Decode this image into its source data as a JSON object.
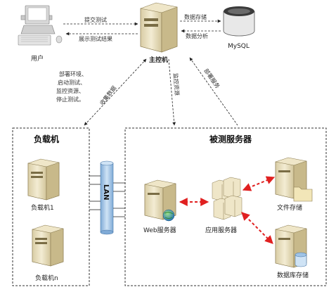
{
  "nodes": {
    "user": "用户",
    "master": "主控机",
    "mysql": "MySQL",
    "load_group": "负载机",
    "load1": "负载机1",
    "loadn": "负载机n",
    "tested_group": "被测服务器",
    "web": "Web服务器",
    "app": "应用服务器",
    "file": "文件存储",
    "db": "数据库存储",
    "lan": "LAN"
  },
  "edges": {
    "submit": "提交测试",
    "show": "展示测试结果",
    "store": "数据存储",
    "analyze": "数据分析",
    "collect": "收集数据",
    "monitor": "监控资源",
    "deploy": "部署服务"
  },
  "notes": {
    "actions": [
      "部署环境、",
      "启动测试、",
      "监控资源、",
      "停止测试。"
    ]
  },
  "colors": {
    "accent_red": "#e02020",
    "server_body": "#efe6c8",
    "server_side": "#c8b98a",
    "lan_blue": "#9fc3e6"
  },
  "icons": [
    "user-computer-icon",
    "master-server-icon",
    "database-icon",
    "server-icon",
    "globe-icon",
    "folder-icon"
  ]
}
